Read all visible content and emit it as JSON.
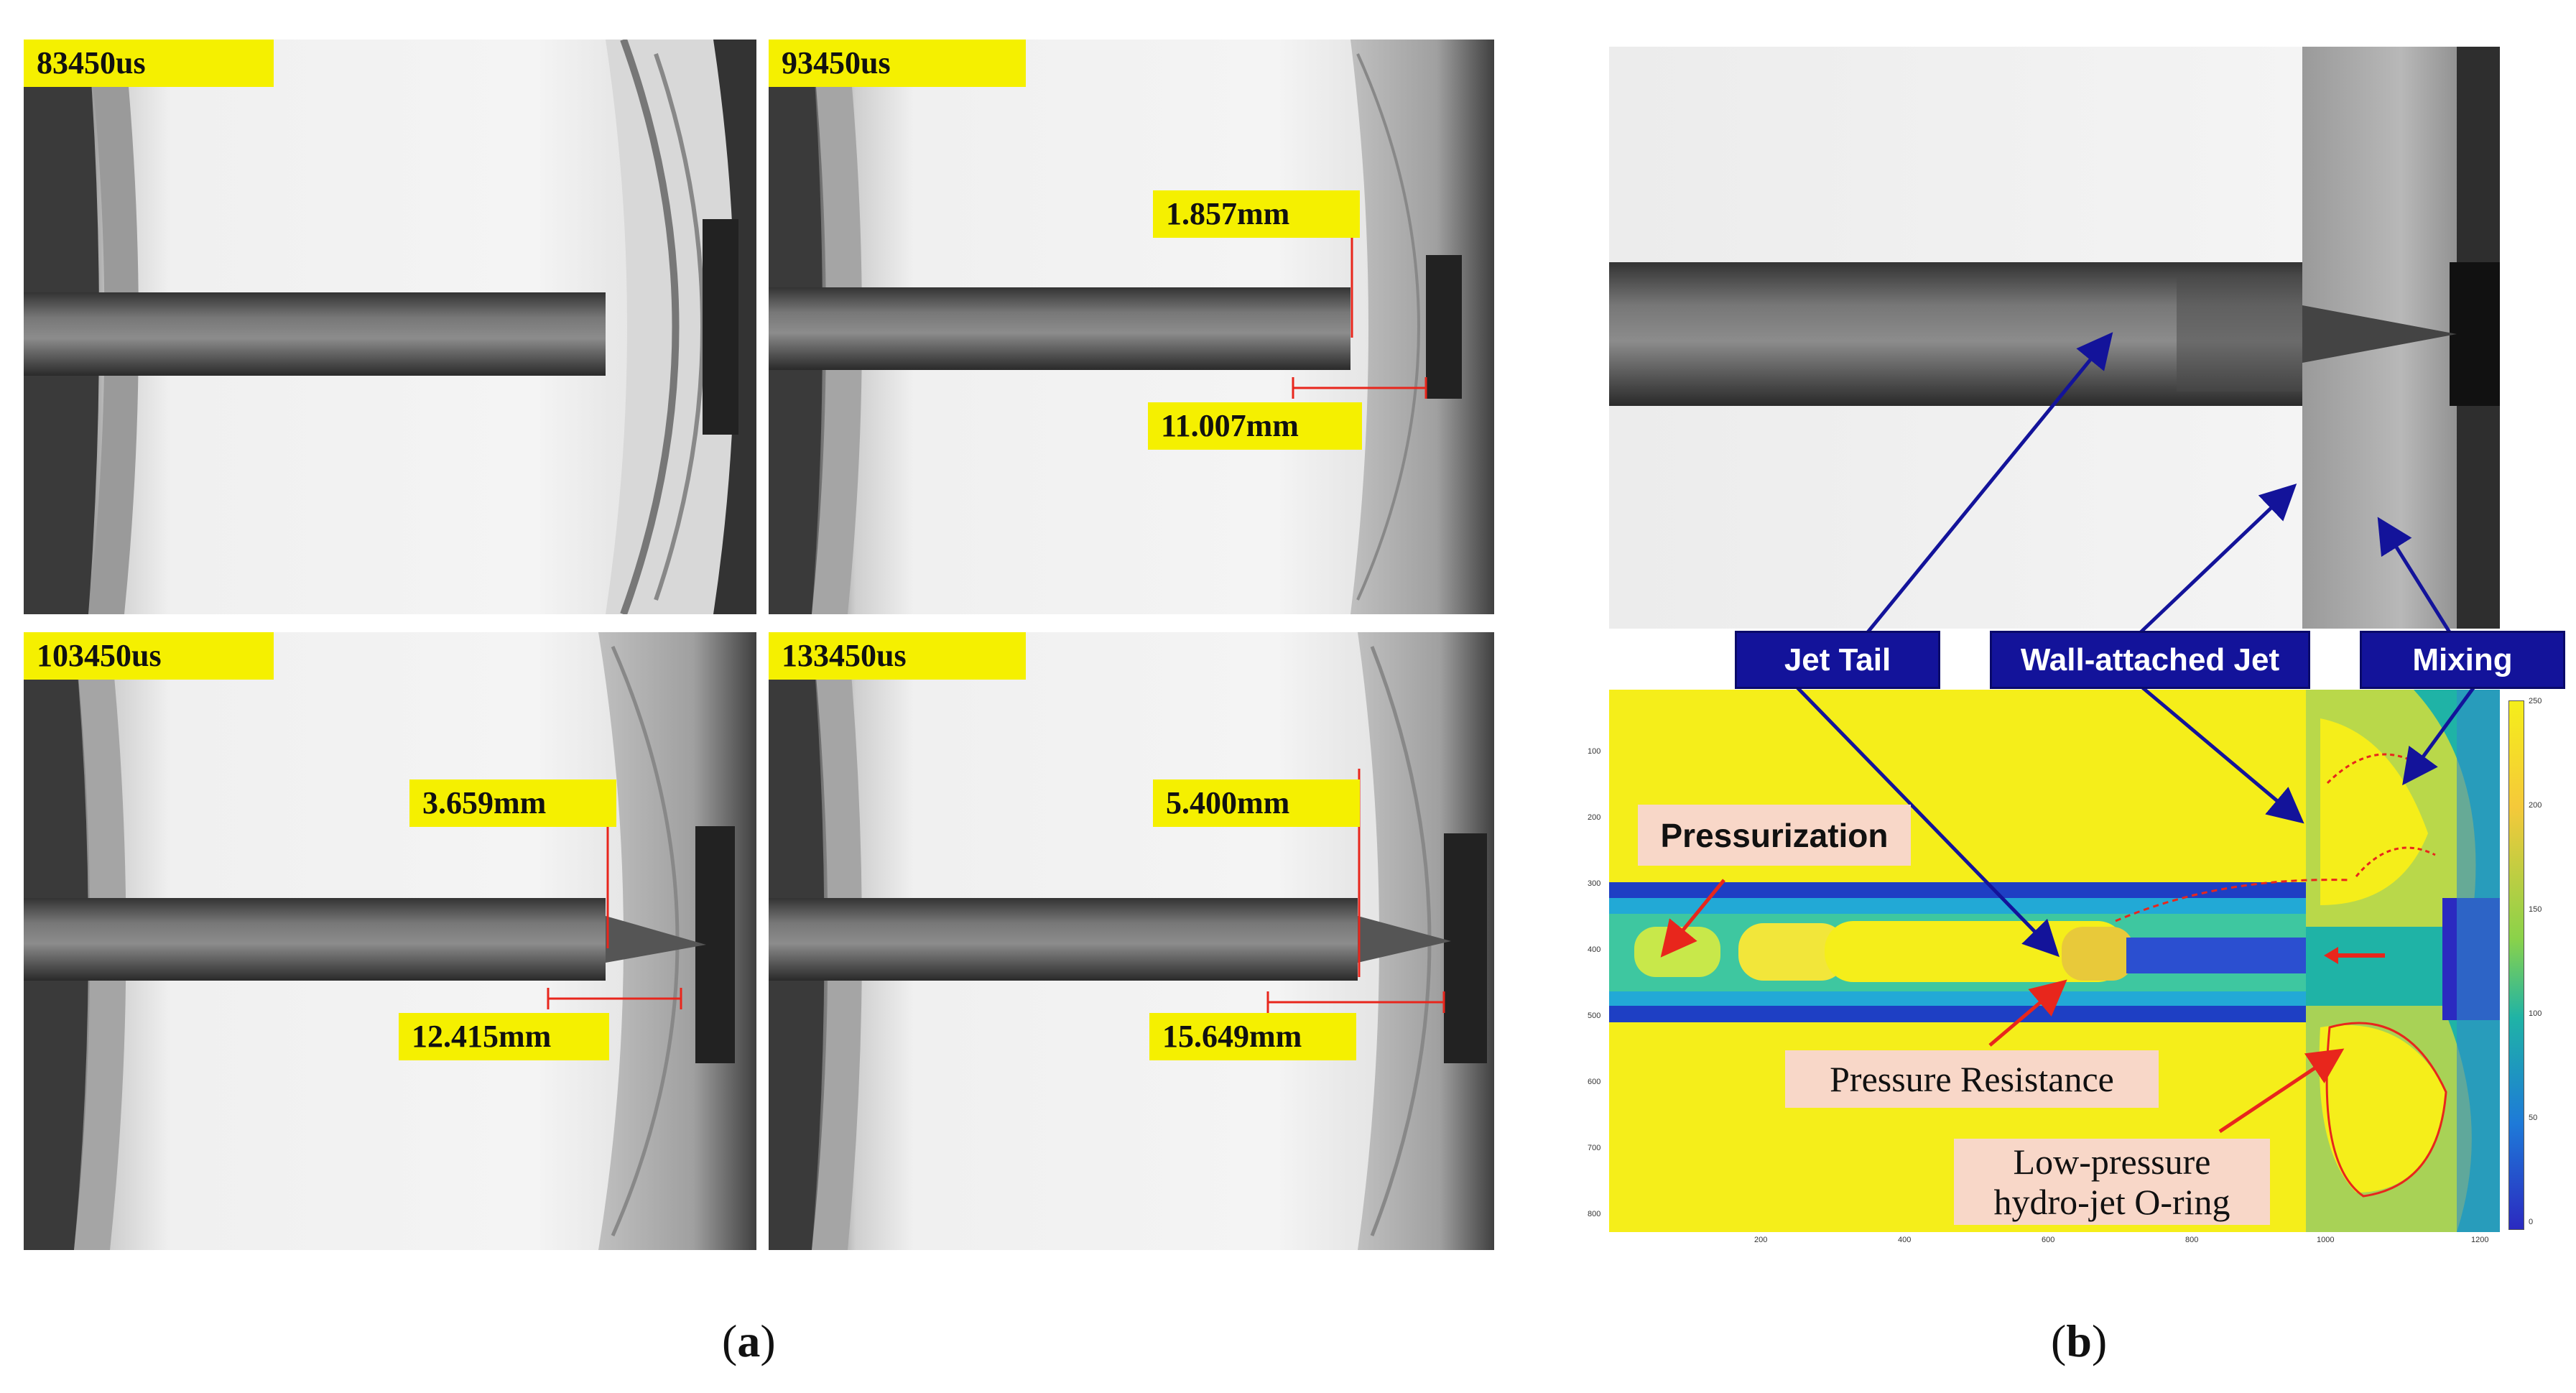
{
  "panel_a": {
    "frames": [
      {
        "time": "83450us"
      },
      {
        "time": "93450us",
        "offset": "1.857mm",
        "length": "11.007mm"
      },
      {
        "time": "103450us",
        "offset": "3.659mm",
        "length": "12.415mm"
      },
      {
        "time": "133450us",
        "offset": "5.400mm",
        "length": "15.649mm"
      }
    ],
    "caption_prefix": "(",
    "caption_letter": "a",
    "caption_suffix": ")"
  },
  "panel_b": {
    "labels": {
      "jet_tail": "Jet Tail",
      "wall_attached_jet": "Wall-attached Jet",
      "mixing": "Mixing",
      "pressurization": "Pressurization",
      "pressure_resistance": "Pressure Resistance",
      "low_pressure_line1": "Low-pressure",
      "low_pressure_line2": "hydro-jet O-ring"
    },
    "x_ticks": [
      "200",
      "400",
      "600",
      "800",
      "1000",
      "1200"
    ],
    "y_ticks": [
      "100",
      "200",
      "300",
      "400",
      "500",
      "600",
      "700",
      "800"
    ],
    "colorbar_ticks": [
      "250",
      "200",
      "150",
      "100",
      "50",
      "0"
    ],
    "colors": {
      "high": "#f5ee1a",
      "mid": "#1fb3a6",
      "low": "#2b2ac0",
      "arrow_blue": "#13139a",
      "arrow_red": "#e8261c"
    },
    "caption_prefix": "(",
    "caption_letter": "b",
    "caption_suffix": ")"
  }
}
